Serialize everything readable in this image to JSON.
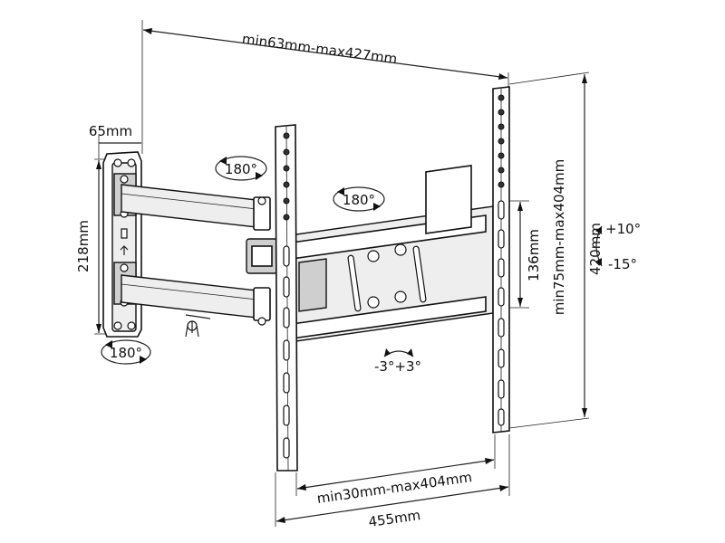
{
  "dimensions": {
    "top_width": "min63mm-max427mm",
    "wall_depth": "65mm",
    "wall_height": "218mm",
    "plate_height": "136mm",
    "vesa_vertical": "min75mm-max404mm",
    "total_height": "420mm",
    "vesa_horizontal": "min30mm-max404mm",
    "total_width": "455mm"
  },
  "rotations": {
    "wall_top": "180°",
    "wall_bottom": "180°",
    "arm": "180°",
    "swivel_level": "-3°+3°",
    "tilt_up": "+10°",
    "tilt_down": "-15°"
  }
}
